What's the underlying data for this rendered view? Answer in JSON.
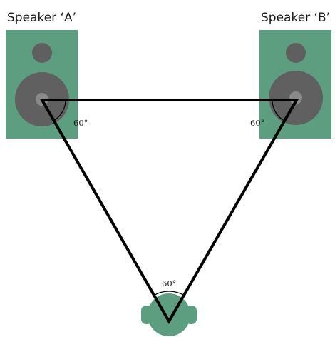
{
  "speakers": {
    "a_label": "Speaker ‘A’",
    "b_label": "Speaker ‘B’"
  },
  "angles": {
    "a": "60°",
    "b": "60°",
    "listener": "60°"
  },
  "colors": {
    "cabinet": "#5e9e80",
    "driver_large": "#606060",
    "driver_small": "#5f5f5f",
    "driver_center": "#8a8a8a",
    "listener_head": "#5e9e80",
    "triangle": "#000000"
  }
}
